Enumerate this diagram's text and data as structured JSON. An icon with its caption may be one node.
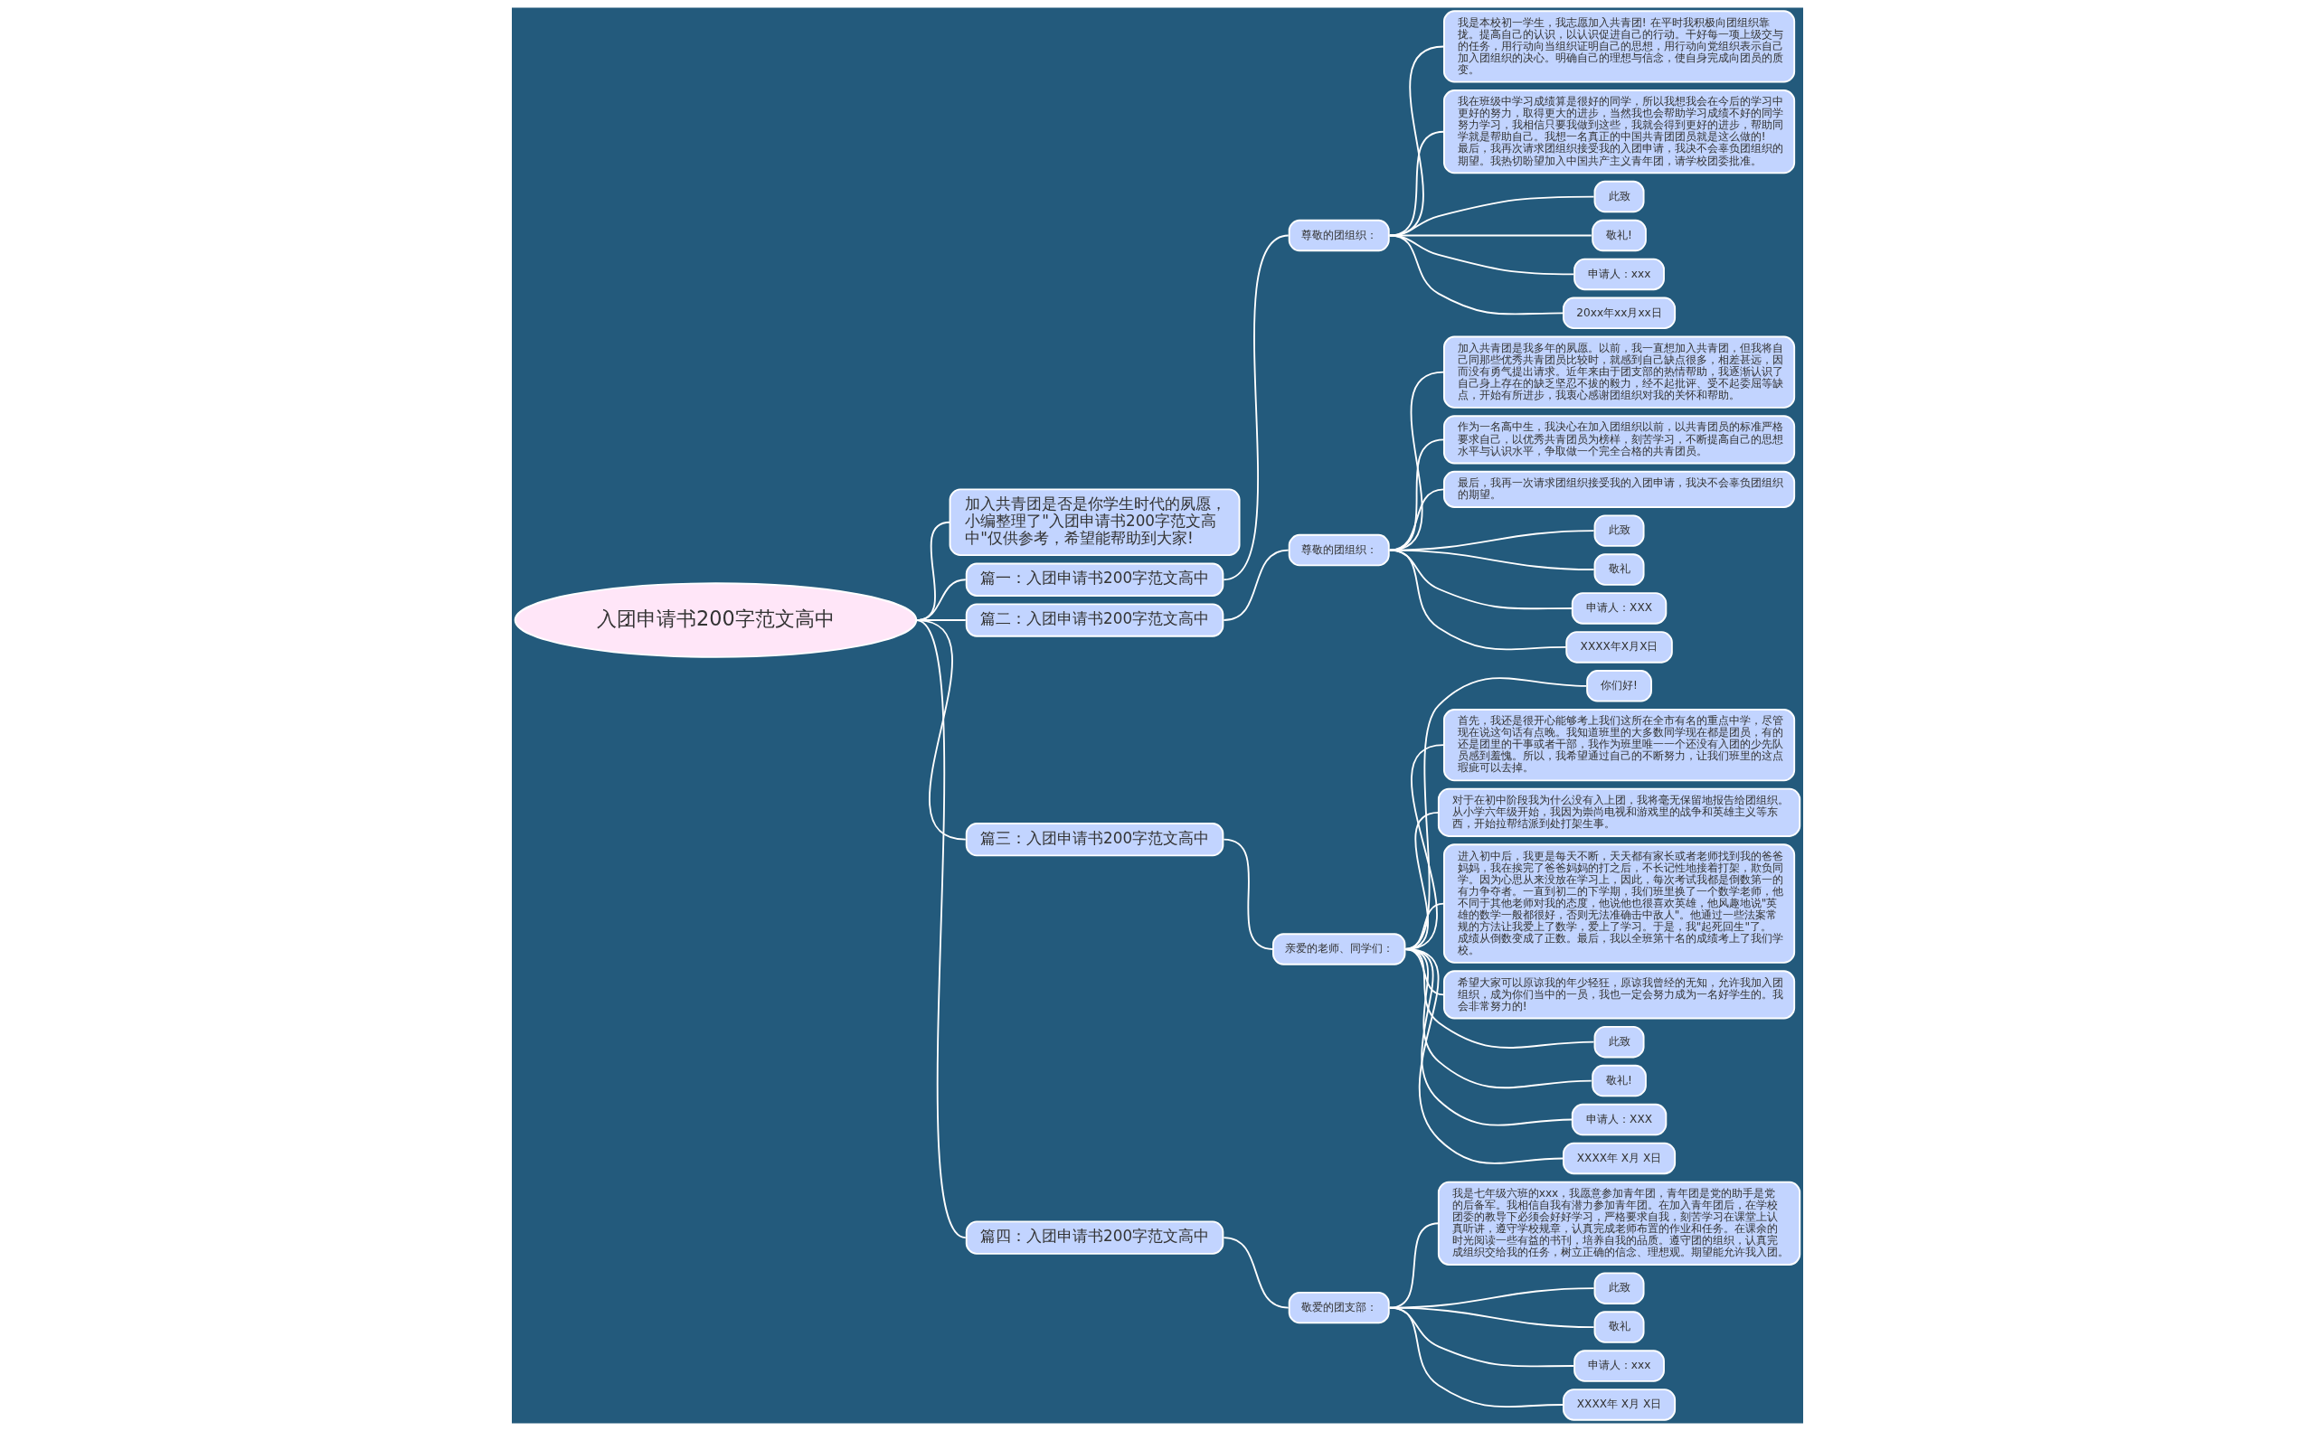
{
  "diagram": {
    "nodes": [
      {
        "text": [
          "入团申请书200字范文高中"
        ]
      },
      {
        "text": [
          "加入共青团是否是你学生时代的夙愿，小编整理了\"入团申请书200字范文高中\"仅供参考，希望能帮助到大家!"
        ]
      },
      {
        "text": [
          "篇一：入团申请书200字范文高中"
        ]
      },
      {
        "text": [
          "尊敬的团组织："
        ]
      },
      {
        "text": [
          "我是本校初一学生，我志愿加入共青团! 在平时我积极向团组织靠拢。提高自己的认识，以认识促进自己的行动。干好每一项上级交与的任务，用行动向当组织证明自己的思想，用行动向党组织表示自己加入团组织的决心。明确自己的理想与信念，使自身完成向团员的质变。"
        ]
      },
      {
        "text": [
          "我在班级中学习成绩算是很好的同学，所以我想我会在今后的学习中更好的努力，取得更大的进步，当然我也会帮助学习成绩不好的同学努力学习，我相信只要我做到这些，我就会得到更好的进步，帮助同学就是帮助自己。我想一名真正的中国共青团团员就是这么做的! 最后，我再次请求团组织接受我的入团申请，我决不会辜负团组织的期望。我热切盼望加入中国共产主义青年团，请学校团委批准。"
        ]
      },
      {
        "text": [
          "此致"
        ]
      },
      {
        "text": [
          "敬礼!"
        ]
      },
      {
        "text": [
          "申请人：xxx"
        ]
      },
      {
        "text": [
          "20xx年xx月xx日"
        ]
      },
      {
        "text": [
          "篇二：入团申请书200字范文高中"
        ]
      },
      {
        "text": [
          "尊敬的团组织："
        ]
      },
      {
        "text": [
          "加入共青团是我多年的夙愿。以前，我一直想加入共青团，但我将自己同那些优秀共青团员比较时，就感到自己缺点很多，相差甚远，因而没有勇气提出请求。近年来由于团支部的热情帮助，我逐渐认识了自己身上存在的缺乏坚忍不拔的毅力，经不起批评、受不起委屈等缺点，开始有所进步，我衷心感谢团组织对我的关怀和帮助。"
        ]
      },
      {
        "text": [
          "作为一名高中生，我决心在加入团组织以前，以共青团员的标准严格要求自己，以优秀共青团员为榜样，刻苦学习，不断提高自己的思想水平与认识水平，争取做一个完全合格的共青团员。"
        ]
      },
      {
        "text": [
          "最后，我再一次请求团组织接受我的入团申请，我决不会辜负团组织的期望。"
        ]
      },
      {
        "text": [
          "此致"
        ]
      },
      {
        "text": [
          "敬礼"
        ]
      },
      {
        "text": [
          "申请人：XXX"
        ]
      },
      {
        "text": [
          "XXXX年X月X日"
        ]
      },
      {
        "text": [
          "篇三：入团申请书200字范文高中"
        ]
      },
      {
        "text": [
          "亲爱的老师、同学们："
        ]
      },
      {
        "text": [
          "你们好!"
        ]
      },
      {
        "text": [
          "首先，我还是很开心能够考上我们这所在全市有名的重点中学，尽管现在说这句话有点晚。我知道班里的大多数同学现在都是团员，有的还是团里的干事或者干部，我作为班里唯一一个还没有入团的少先队员感到羞愧。所以，我希望通过自己的不断努力，让我们班里的这点瑕疵可以去掉。"
        ]
      },
      {
        "text": [
          "对于在初中阶段我为什么没有入上团，我将毫无保留地报告给团组织。从小学六年级开始，我因为崇尚电视和游戏里的战争和英雄主义等东西，开始拉帮结派到处打架生事。"
        ]
      },
      {
        "text": [
          "进入初中后，我更是每天不断，天天都有家长或者老师找到我的爸爸妈妈，我在挨完了爸爸妈妈的打之后，不长记性地接着打架，欺负同学。因为心思从来没放在学习上，因此，每次考试我都是倒数第一的有力争夺者。一直到初二的下学期，我们班里换了一个数学老师，他不同于其他老师对我的态度，他说他也很喜欢英雄，他风趣地说\"英雄的数学一般都很好，否则无法准确击中敌人\"。他通过一些法案常规的方法让我爱上了数学，爱上了学习。于是，我\"起死回生\"了。成绩从倒数变成了正数。最后，我以全班第十名的成绩考上了我们学校。"
        ]
      },
      {
        "text": [
          "希望大家可以原谅我的年少轻狂，原谅我曾经的无知，允许我加入团组织，成为你们当中的一员，我也一定会努力成为一名好学生的。我会非常努力的!"
        ]
      },
      {
        "text": [
          "此致"
        ]
      },
      {
        "text": [
          "敬礼!"
        ]
      },
      {
        "text": [
          "申请人：XXX"
        ]
      },
      {
        "text": [
          "XXXX年 X月 X日"
        ]
      },
      {
        "text": [
          "篇四：入团申请书200字范文高中"
        ]
      },
      {
        "text": [
          "敬爱的团支部："
        ]
      },
      {
        "text": [
          "我是七年级六班的xxx，我愿意参加青年团，青年团是党的助手是党的后备军。我相信自我有潜力参加青年团。在加入青年团后，在学校团委的教导下必须会好好学习，严格要求自我，刻苦学习在课堂上认真听讲，遵守学校规章，认真完成老师布置的作业和任务。在课余的时光阅读一些有益的书刊，培养自我的品质。遵守团的组织，认真完成组织交给我的任务，树立正确的信念、理想观。期望能允许我入团。"
        ]
      },
      {
        "text": [
          "此致"
        ]
      },
      {
        "text": [
          "敬礼"
        ]
      },
      {
        "text": [
          "申请人：xxx"
        ]
      },
      {
        "text": [
          "XXXX年 X月 X日"
        ]
      }
    ],
    "edges": [
      {
        "from": 0,
        "to": 1,
        "arrow": "none"
      },
      {
        "from": 0,
        "to": 2,
        "arrow": "none"
      },
      {
        "from": 2,
        "to": 3,
        "arrow": "none"
      },
      {
        "from": 3,
        "to": 4,
        "arrow": "none"
      },
      {
        "from": 3,
        "to": 5,
        "arrow": "none"
      },
      {
        "from": 3,
        "to": 6,
        "arrow": "none"
      },
      {
        "from": 3,
        "to": 7,
        "arrow": "none"
      },
      {
        "from": 3,
        "to": 8,
        "arrow": "none"
      },
      {
        "from": 3,
        "to": 9,
        "arrow": "none"
      },
      {
        "from": 0,
        "to": 10,
        "arrow": "none"
      },
      {
        "from": 10,
        "to": 11,
        "arrow": "none"
      },
      {
        "from": 11,
        "to": 12,
        "arrow": "none"
      },
      {
        "from": 11,
        "to": 13,
        "arrow": "none"
      },
      {
        "from": 11,
        "to": 14,
        "arrow": "none"
      },
      {
        "from": 11,
        "to": 15,
        "arrow": "none"
      },
      {
        "from": 11,
        "to": 16,
        "arrow": "none"
      },
      {
        "from": 11,
        "to": 17,
        "arrow": "none"
      },
      {
        "from": 11,
        "to": 18,
        "arrow": "none"
      },
      {
        "from": 0,
        "to": 19,
        "arrow": "none"
      },
      {
        "from": 19,
        "to": 20,
        "arrow": "none"
      },
      {
        "from": 20,
        "to": 21,
        "arrow": "none"
      },
      {
        "from": 20,
        "to": 22,
        "arrow": "none"
      },
      {
        "from": 20,
        "to": 23,
        "arrow": "none"
      },
      {
        "from": 20,
        "to": 24,
        "arrow": "none"
      },
      {
        "from": 20,
        "to": 25,
        "arrow": "none"
      },
      {
        "from": 20,
        "to": 26,
        "arrow": "none"
      },
      {
        "from": 20,
        "to": 27,
        "arrow": "none"
      },
      {
        "from": 20,
        "to": 28,
        "arrow": "none"
      },
      {
        "from": 20,
        "to": 29,
        "arrow": "none"
      },
      {
        "from": 0,
        "to": 30,
        "arrow": "none"
      },
      {
        "from": 30,
        "to": 31,
        "arrow": "none"
      },
      {
        "from": 31,
        "to": 32,
        "arrow": "none"
      },
      {
        "from": 31,
        "to": 33,
        "arrow": "none"
      },
      {
        "from": 31,
        "to": 34,
        "arrow": "none"
      },
      {
        "from": 31,
        "to": 35,
        "arrow": "none"
      },
      {
        "from": 31,
        "to": 36,
        "arrow": "none"
      }
    ]
  }
}
